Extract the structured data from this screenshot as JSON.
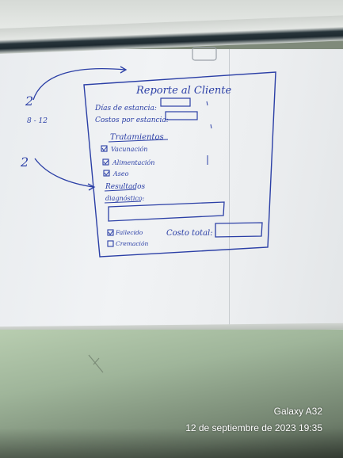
{
  "whiteboard": {
    "title": "Reporte al Cliente",
    "fields": {
      "dias_estancia": "Días de estancia:",
      "costos_estancia": "Costos por estancia:"
    },
    "tratamientos": {
      "heading": "Tratamientos",
      "items": [
        "Vacunación",
        "Alimentación",
        "Aseo"
      ]
    },
    "resultados": {
      "heading": "Resultados",
      "diagnostico": "diagnóstico:"
    },
    "footer": {
      "option_1": "Fallecido",
      "option_2": "Cremación",
      "costo_total": "Costo total:"
    },
    "margin_notes": {
      "top_number": "2",
      "range": "8 - 12",
      "bottom_number": "2"
    }
  },
  "camera": {
    "model": "Galaxy A32",
    "timestamp": "12 de septiembre de 2023 19:35"
  },
  "colors": {
    "ink": "#2b3fa6",
    "board": "#eef0f2",
    "wall": "#a9bea2"
  }
}
